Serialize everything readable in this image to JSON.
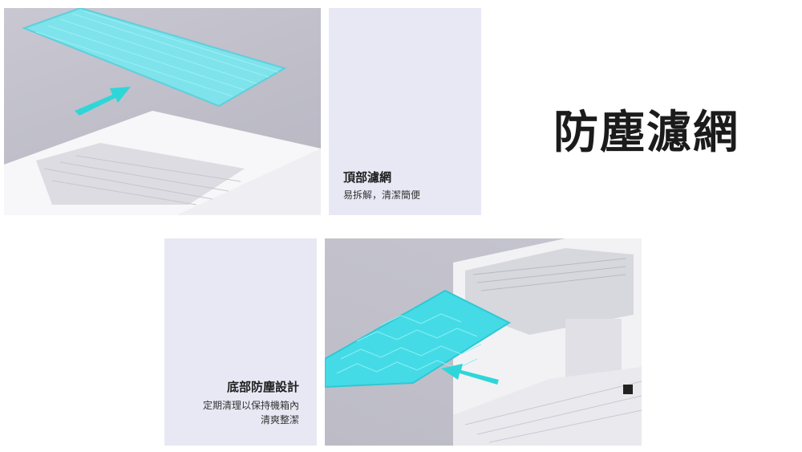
{
  "heading": "防塵濾網",
  "top_feature": {
    "title": "頂部濾網",
    "description": "易拆解，清潔簡便"
  },
  "bottom_feature": {
    "title": "底部防塵設計",
    "description_line1": "定期清理以保持機箱內",
    "description_line2": "清爽整潔"
  },
  "colors": {
    "filter_cyan": "#7fe3ec",
    "arrow_cyan": "#2fd6d8",
    "panel_lavender": "#e8e8f5",
    "photo_gray": "#c2c1cb"
  }
}
